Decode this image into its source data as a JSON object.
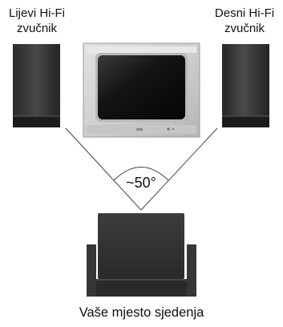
{
  "left_speaker": {
    "line1": "Lijevi Hi-Fi",
    "line2": "zvučnik"
  },
  "right_speaker": {
    "line1": "Desni Hi-Fi",
    "line2": "zvučnik"
  },
  "angle_label": "~50°",
  "seat_label": "Vaše mjesto sjedenja"
}
